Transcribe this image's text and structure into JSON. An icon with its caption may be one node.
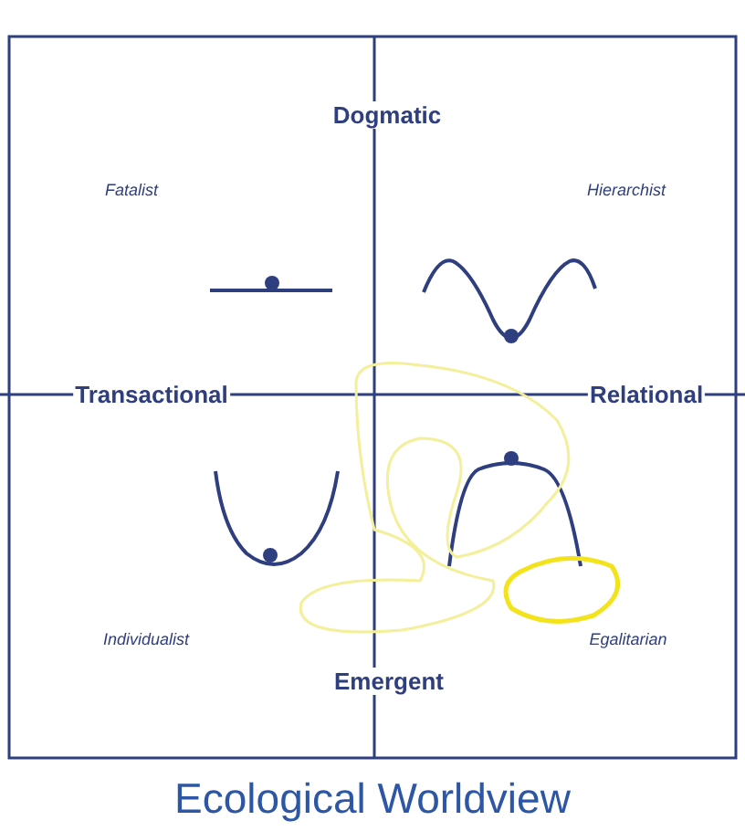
{
  "diagram": {
    "caption": "Ecological Worldview",
    "labels": [
      "Dogmatic",
      "Fatalist",
      "Hierarchist",
      "Transactional",
      "Relational",
      "Individualist",
      "Egalitarian",
      "Emergent"
    ]
  }
}
